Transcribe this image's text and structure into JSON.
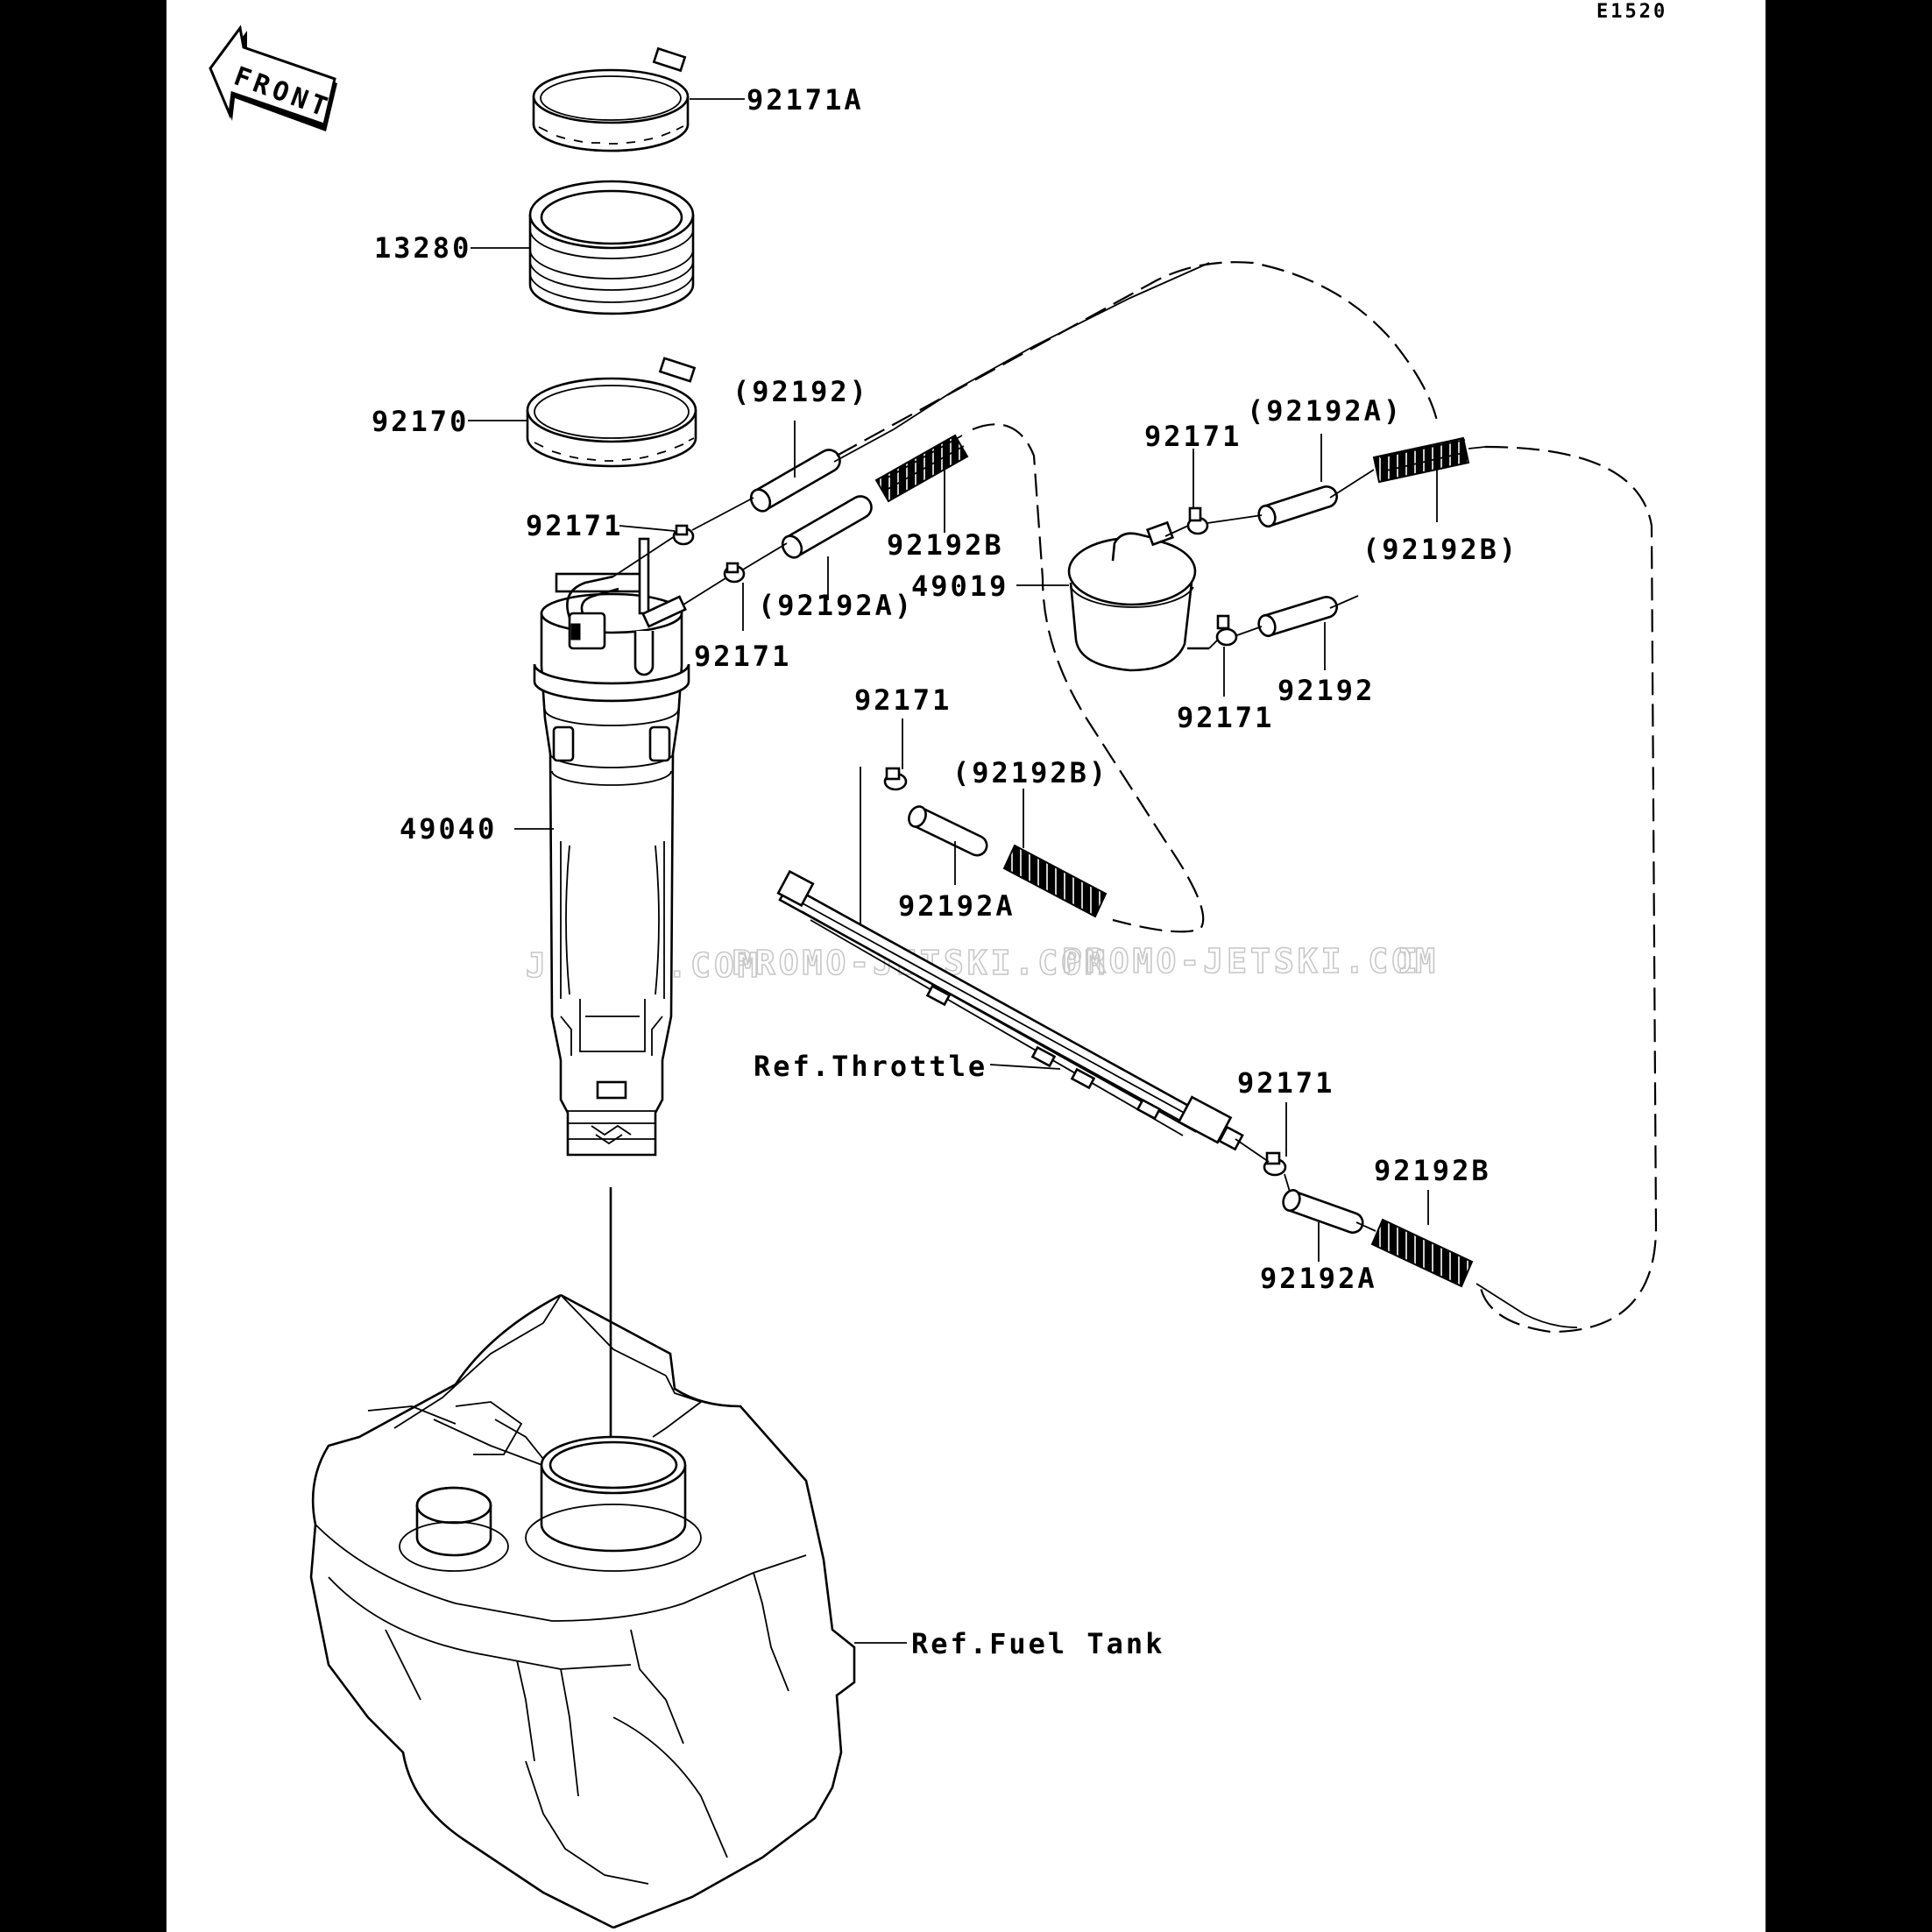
{
  "diagram_code": "E1520",
  "front_marker": "FRONT",
  "watermark": [
    "JETSKI.COM",
    "PROMO-JETSKI.COM",
    "PROMO-JETSKI.COM",
    "I"
  ],
  "parts": {
    "clamp_top": "92171A",
    "grommet": "13280",
    "clamp_large": "92170",
    "pump_assembly": "49040",
    "hose_a": "(92192)",
    "clip_a": "92171",
    "hose_spring_a": "92192B",
    "hose_b": "(92192A)",
    "clip_b": "92171",
    "filter_clip_top": "92171",
    "filter_hose_top": "(92192A)",
    "filter": "49019",
    "filter_spring": "(92192B)",
    "filter_clip_bottom": "92171",
    "filter_hose_bottom": "92192",
    "throttle_clip": "92171",
    "throttle_spring": "(92192B)",
    "throttle_hose": "92192A",
    "throttle_ref": "Ref.Throttle",
    "lower_clip": "92171",
    "lower_spring": "92192B",
    "lower_hose": "92192A",
    "fuel_tank_ref": "Ref.Fuel Tank"
  }
}
